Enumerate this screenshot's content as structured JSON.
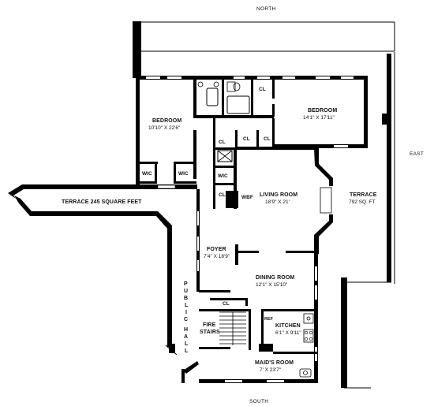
{
  "compass": {
    "north": "NORTH",
    "south": "SOUTH",
    "east": "EAST"
  },
  "rooms": {
    "bedroom_west": {
      "name": "BEDROOM",
      "dims": "10'10\" X 22'6\""
    },
    "bedroom_east": {
      "name": "BEDROOM",
      "dims": "14'1\" X 17'11\""
    },
    "living_room": {
      "name": "LIVING ROOM",
      "dims": "18'9\" X 21'"
    },
    "terrace_east": {
      "name": "TERRACE",
      "dims": "792 SQ. FT"
    },
    "terrace_west": {
      "name": "TERRACE 245 SQUARE FEET"
    },
    "foyer": {
      "name": "FOYER",
      "dims": "7'4\" X 18'9\""
    },
    "dining_room": {
      "name": "DINING ROOM",
      "dims": "12'1\" X 15'10\""
    },
    "kitchen": {
      "name": "KITCHEN",
      "dims": "6'1\" X 9'11\""
    },
    "maids_room": {
      "name": "MAID'S ROOM",
      "dims": "7' X 23'7\""
    },
    "fire_stairs": {
      "line1": "FIRE",
      "line2": "STAIRS"
    },
    "public_hall": [
      "P",
      "U",
      "B",
      "L",
      "I",
      "C",
      "H",
      "A",
      "L",
      "L"
    ]
  },
  "small_labels": {
    "cl": "CL",
    "wic": "WIC",
    "wbf": "WBF",
    "ref": "REF"
  }
}
